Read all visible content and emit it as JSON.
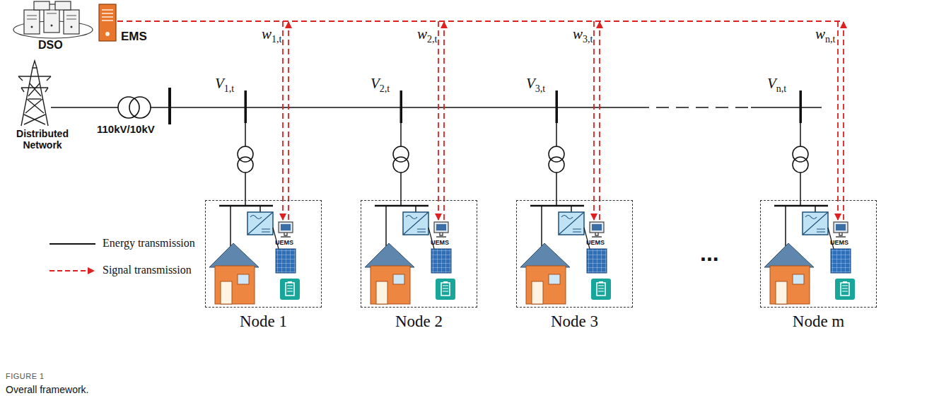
{
  "diagram": {
    "caption": "Overall framework.",
    "nodes": [
      {
        "text": [
          "EMS"
        ]
      },
      {
        "text": [
          "Node 1"
        ]
      },
      {
        "text": [
          "UEMS"
        ],
        "in": 1
      },
      {
        "text": [
          "Node 2"
        ]
      },
      {
        "text": [
          "UEMS"
        ],
        "in": 3
      },
      {
        "text": [
          "Node 3"
        ]
      },
      {
        "text": [
          "UEMS"
        ],
        "in": 5
      },
      {
        "text": [
          "Node m"
        ]
      },
      {
        "text": [
          "UEMS"
        ],
        "in": 7
      }
    ],
    "edges": [
      {
        "from": 0,
        "to": 2,
        "arrow": "both"
      },
      {
        "from": 0,
        "to": 4,
        "arrow": "both"
      },
      {
        "from": 0,
        "to": 6,
        "arrow": "both"
      },
      {
        "from": 0,
        "to": 8,
        "arrow": "both"
      }
    ],
    "labels": [
      "DSO",
      "Distributed Network",
      "110kV/10kV",
      "w1,t",
      "V1,t",
      "w2,t",
      "V2,t",
      "w3,t",
      "V3,t",
      "wn,t",
      "Vn,t",
      "...",
      "FIGURE 1"
    ],
    "legend": [
      {
        "text": "Energy transmission"
      },
      {
        "text": "Signal transmission"
      }
    ]
  }
}
